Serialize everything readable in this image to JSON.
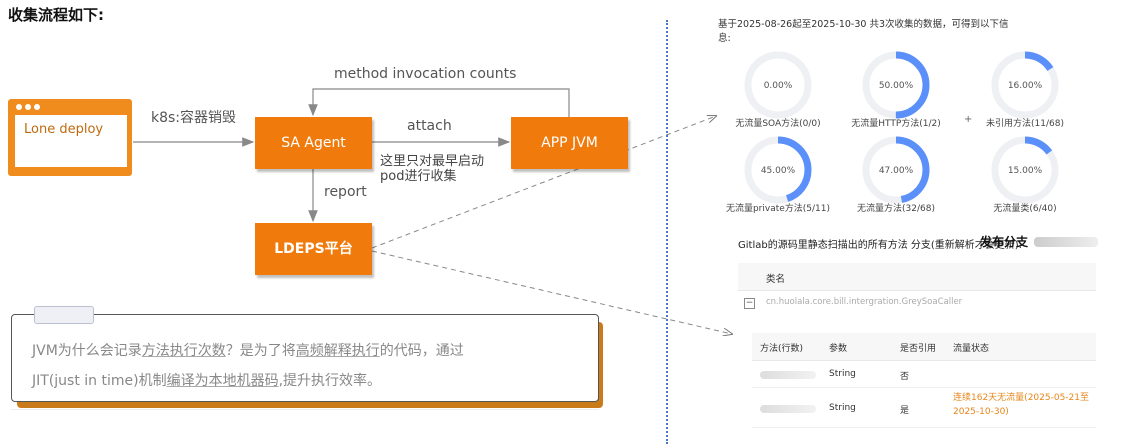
{
  "title": "收集流程如下:",
  "flow": {
    "lone_deploy": "Lone deploy",
    "k8s_label": "k8s:容器销毁",
    "sa_agent": "SA Agent",
    "app_jvm": "APP JVM",
    "ldeps": "LDEPS平台",
    "method_invocation": "method invocation counts",
    "attach": "attach",
    "report": "report",
    "note_line1": "这里只对最早启动",
    "note_line2": "pod进行收集"
  },
  "card": {
    "line1": {
      "a": "JVM为什么会记录",
      "b": "方法执行次数",
      "c": "？是为了将",
      "d": "高频解释执行",
      "e": "的代码，通过"
    },
    "line2": {
      "a": "JIT(just in time)机制",
      "b": "编译为本地机器码",
      "c": ",提升执行效率。"
    }
  },
  "panel": {
    "info_line1": "基于2025-08-26起至2025-10-30 共3次收集的数据，可得到以下信",
    "info_line2": "息:",
    "gauges": [
      {
        "pct_label": "0.00%",
        "value": 0.0,
        "label": "无流量SOA方法(0/0)"
      },
      {
        "pct_label": "50.00%",
        "value": 50.0,
        "label": "无流量HTTP方法(1/2)"
      },
      {
        "pct_label": "16.00%",
        "value": 16.0,
        "label": "未引用方法(11/68)"
      },
      {
        "pct_label": "45.00%",
        "value": 45.0,
        "label": "无流量private方法(5/11)"
      },
      {
        "pct_label": "47.00%",
        "value": 47.0,
        "label": "无流量方法(32/68)"
      },
      {
        "pct_label": "15.00%",
        "value": 15.0,
        "label": "无流量类(6/40)"
      }
    ],
    "gitlab_label": "Gitlab的源码里静态扫描出的所有方法 分支(重新解析才会更新):",
    "branch": "发布分支",
    "table1_header": "类名",
    "class_path": "cn.huolala.core.bill.intergration.GreySoaCaller",
    "table2_headers": [
      "方法(行数)",
      "参数",
      "是否引用",
      "流量状态"
    ],
    "rows": [
      {
        "param": "String",
        "referenced": "否",
        "status": ""
      },
      {
        "param": "String",
        "referenced": "是",
        "status": "连续162天无流量(2025-05-21至2025-10-30)"
      }
    ]
  },
  "colors": {
    "orange": "#f07b0c",
    "gauge_blue": "#5b8ff9",
    "gauge_track": "#eef0f4",
    "warning": "#e8851a"
  }
}
